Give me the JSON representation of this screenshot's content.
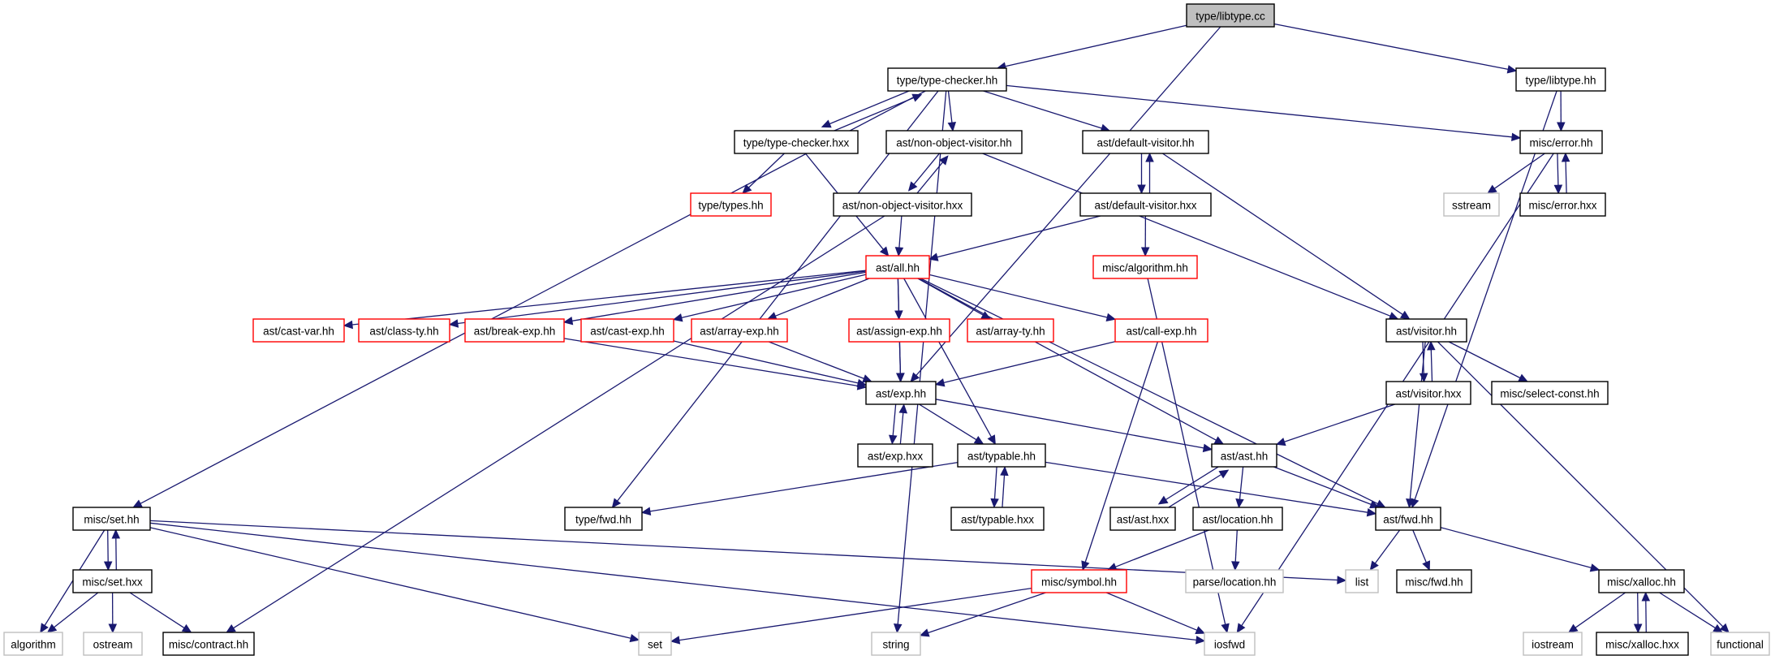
{
  "colors": {
    "edge": "#191970",
    "root_fill": "#bfbfbf",
    "documented_border": "#000000",
    "truncated_border": "#ff0000",
    "external_border": "#bfbfbf"
  },
  "nodes": [
    {
      "id": "libtype_cc",
      "label": "type/libtype.cc",
      "kind": "root"
    },
    {
      "id": "type_checker_hh",
      "label": "type/type-checker.hh",
      "kind": "doc"
    },
    {
      "id": "libtype_hh",
      "label": "type/libtype.hh",
      "kind": "doc"
    },
    {
      "id": "type_checker_hxx",
      "label": "type/type-checker.hxx",
      "kind": "doc"
    },
    {
      "id": "non_object_visitor_hh",
      "label": "ast/non-object-visitor.hh",
      "kind": "doc"
    },
    {
      "id": "default_visitor_hh",
      "label": "ast/default-visitor.hh",
      "kind": "doc"
    },
    {
      "id": "misc_error_hh",
      "label": "misc/error.hh",
      "kind": "doc"
    },
    {
      "id": "types_hh",
      "label": "type/types.hh",
      "kind": "trunc"
    },
    {
      "id": "non_object_visitor_hxx",
      "label": "ast/non-object-visitor.hxx",
      "kind": "doc"
    },
    {
      "id": "default_visitor_hxx",
      "label": "ast/default-visitor.hxx",
      "kind": "doc"
    },
    {
      "id": "sstream",
      "label": "sstream",
      "kind": "ext"
    },
    {
      "id": "misc_error_hxx",
      "label": "misc/error.hxx",
      "kind": "doc"
    },
    {
      "id": "all_hh",
      "label": "ast/all.hh",
      "kind": "trunc"
    },
    {
      "id": "algorithm_hh",
      "label": "misc/algorithm.hh",
      "kind": "trunc"
    },
    {
      "id": "cast_var_hh",
      "label": "ast/cast-var.hh",
      "kind": "trunc"
    },
    {
      "id": "class_ty_hh",
      "label": "ast/class-ty.hh",
      "kind": "trunc"
    },
    {
      "id": "break_exp_hh",
      "label": "ast/break-exp.hh",
      "kind": "trunc"
    },
    {
      "id": "cast_exp_hh",
      "label": "ast/cast-exp.hh",
      "kind": "trunc"
    },
    {
      "id": "array_exp_hh",
      "label": "ast/array-exp.hh",
      "kind": "trunc"
    },
    {
      "id": "assign_exp_hh",
      "label": "ast/assign-exp.hh",
      "kind": "trunc"
    },
    {
      "id": "array_ty_hh",
      "label": "ast/array-ty.hh",
      "kind": "trunc"
    },
    {
      "id": "call_exp_hh",
      "label": "ast/call-exp.hh",
      "kind": "trunc"
    },
    {
      "id": "visitor_hh",
      "label": "ast/visitor.hh",
      "kind": "doc"
    },
    {
      "id": "exp_hh",
      "label": "ast/exp.hh",
      "kind": "doc"
    },
    {
      "id": "visitor_hxx",
      "label": "ast/visitor.hxx",
      "kind": "doc"
    },
    {
      "id": "select_const_hh",
      "label": "misc/select-const.hh",
      "kind": "doc"
    },
    {
      "id": "exp_hxx",
      "label": "ast/exp.hxx",
      "kind": "doc"
    },
    {
      "id": "typable_hh",
      "label": "ast/typable.hh",
      "kind": "doc"
    },
    {
      "id": "ast_hh",
      "label": "ast/ast.hh",
      "kind": "doc"
    },
    {
      "id": "misc_set_hh",
      "label": "misc/set.hh",
      "kind": "doc"
    },
    {
      "id": "type_fwd_hh",
      "label": "type/fwd.hh",
      "kind": "doc"
    },
    {
      "id": "typable_hxx",
      "label": "ast/typable.hxx",
      "kind": "doc"
    },
    {
      "id": "ast_hxx",
      "label": "ast/ast.hxx",
      "kind": "doc"
    },
    {
      "id": "location_hh",
      "label": "ast/location.hh",
      "kind": "doc"
    },
    {
      "id": "ast_fwd_hh",
      "label": "ast/fwd.hh",
      "kind": "doc"
    },
    {
      "id": "misc_set_hxx",
      "label": "misc/set.hxx",
      "kind": "doc"
    },
    {
      "id": "symbol_hh",
      "label": "misc/symbol.hh",
      "kind": "trunc"
    },
    {
      "id": "parse_location_hh",
      "label": "parse/location.hh",
      "kind": "ext"
    },
    {
      "id": "list",
      "label": "list",
      "kind": "ext"
    },
    {
      "id": "misc_fwd_hh",
      "label": "misc/fwd.hh",
      "kind": "doc"
    },
    {
      "id": "xalloc_hh",
      "label": "misc/xalloc.hh",
      "kind": "doc"
    },
    {
      "id": "algorithm",
      "label": "algorithm",
      "kind": "ext"
    },
    {
      "id": "ostream",
      "label": "ostream",
      "kind": "ext"
    },
    {
      "id": "contract_hh",
      "label": "misc/contract.hh",
      "kind": "doc"
    },
    {
      "id": "set",
      "label": "set",
      "kind": "ext"
    },
    {
      "id": "string",
      "label": "string",
      "kind": "ext"
    },
    {
      "id": "iosfwd",
      "label": "iosfwd",
      "kind": "ext"
    },
    {
      "id": "iostream",
      "label": "iostream",
      "kind": "ext"
    },
    {
      "id": "xalloc_hxx",
      "label": "misc/xalloc.hxx",
      "kind": "doc"
    },
    {
      "id": "functional",
      "label": "functional",
      "kind": "ext"
    }
  ],
  "edges": [
    [
      "libtype_cc",
      "type_checker_hh"
    ],
    [
      "libtype_cc",
      "libtype_hh"
    ],
    [
      "libtype_cc",
      "exp_hh"
    ],
    [
      "type_checker_hh",
      "type_checker_hxx"
    ],
    [
      "type_checker_hh",
      "non_object_visitor_hh"
    ],
    [
      "type_checker_hh",
      "default_visitor_hh"
    ],
    [
      "type_checker_hh",
      "misc_error_hh"
    ],
    [
      "type_checker_hh",
      "misc_set_hh"
    ],
    [
      "type_checker_hh",
      "string"
    ],
    [
      "type_checker_hh",
      "type_fwd_hh"
    ],
    [
      "type_checker_hxx",
      "type_checker_hh"
    ],
    [
      "type_checker_hxx",
      "types_hh"
    ],
    [
      "type_checker_hxx",
      "all_hh"
    ],
    [
      "libtype_hh",
      "misc_error_hh"
    ],
    [
      "libtype_hh",
      "ast_fwd_hh"
    ],
    [
      "non_object_visitor_hh",
      "non_object_visitor_hxx"
    ],
    [
      "non_object_visitor_hh",
      "visitor_hh"
    ],
    [
      "non_object_visitor_hxx",
      "non_object_visitor_hh"
    ],
    [
      "non_object_visitor_hxx",
      "all_hh"
    ],
    [
      "non_object_visitor_hxx",
      "contract_hh"
    ],
    [
      "default_visitor_hh",
      "default_visitor_hxx"
    ],
    [
      "default_visitor_hh",
      "visitor_hh"
    ],
    [
      "default_visitor_hxx",
      "default_visitor_hh"
    ],
    [
      "default_visitor_hxx",
      "all_hh"
    ],
    [
      "default_visitor_hxx",
      "algorithm_hh"
    ],
    [
      "misc_error_hh",
      "sstream"
    ],
    [
      "misc_error_hh",
      "misc_error_hxx"
    ],
    [
      "misc_error_hh",
      "iosfwd"
    ],
    [
      "misc_error_hxx",
      "misc_error_hh"
    ],
    [
      "algorithm_hh",
      "iosfwd"
    ],
    [
      "all_hh",
      "cast_var_hh"
    ],
    [
      "all_hh",
      "class_ty_hh"
    ],
    [
      "all_hh",
      "break_exp_hh"
    ],
    [
      "all_hh",
      "cast_exp_hh"
    ],
    [
      "all_hh",
      "array_exp_hh"
    ],
    [
      "all_hh",
      "assign_exp_hh"
    ],
    [
      "all_hh",
      "array_ty_hh"
    ],
    [
      "all_hh",
      "call_exp_hh"
    ],
    [
      "all_hh",
      "exp_hh"
    ],
    [
      "all_hh",
      "typable_hh"
    ],
    [
      "all_hh",
      "ast_hh"
    ],
    [
      "all_hh",
      "ast_fwd_hh"
    ],
    [
      "break_exp_hh",
      "exp_hh"
    ],
    [
      "cast_exp_hh",
      "exp_hh"
    ],
    [
      "array_exp_hh",
      "exp_hh"
    ],
    [
      "assign_exp_hh",
      "exp_hh"
    ],
    [
      "call_exp_hh",
      "exp_hh"
    ],
    [
      "call_exp_hh",
      "symbol_hh"
    ],
    [
      "visitor_hh",
      "visitor_hxx"
    ],
    [
      "visitor_hh",
      "select_const_hh"
    ],
    [
      "visitor_hh",
      "ast_fwd_hh"
    ],
    [
      "visitor_hh",
      "functional"
    ],
    [
      "visitor_hxx",
      "visitor_hh"
    ],
    [
      "visitor_hxx",
      "ast_hh"
    ],
    [
      "exp_hh",
      "exp_hxx"
    ],
    [
      "exp_hh",
      "typable_hh"
    ],
    [
      "exp_hh",
      "ast_hh"
    ],
    [
      "exp_hxx",
      "exp_hh"
    ],
    [
      "typable_hh",
      "type_fwd_hh"
    ],
    [
      "typable_hh",
      "typable_hxx"
    ],
    [
      "typable_hh",
      "ast_fwd_hh"
    ],
    [
      "typable_hxx",
      "typable_hh"
    ],
    [
      "ast_hh",
      "ast_hxx"
    ],
    [
      "ast_hh",
      "location_hh"
    ],
    [
      "ast_hh",
      "ast_fwd_hh"
    ],
    [
      "ast_hxx",
      "ast_hh"
    ],
    [
      "location_hh",
      "symbol_hh"
    ],
    [
      "location_hh",
      "parse_location_hh"
    ],
    [
      "ast_fwd_hh",
      "list"
    ],
    [
      "ast_fwd_hh",
      "misc_fwd_hh"
    ],
    [
      "ast_fwd_hh",
      "xalloc_hh"
    ],
    [
      "misc_set_hh",
      "misc_set_hxx"
    ],
    [
      "misc_set_hh",
      "algorithm"
    ],
    [
      "misc_set_hh",
      "set"
    ],
    [
      "misc_set_hh",
      "list"
    ],
    [
      "misc_set_hh",
      "iosfwd"
    ],
    [
      "misc_set_hxx",
      "misc_set_hh"
    ],
    [
      "misc_set_hxx",
      "algorithm"
    ],
    [
      "misc_set_hxx",
      "ostream"
    ],
    [
      "misc_set_hxx",
      "contract_hh"
    ],
    [
      "symbol_hh",
      "set"
    ],
    [
      "symbol_hh",
      "string"
    ],
    [
      "symbol_hh",
      "iosfwd"
    ],
    [
      "xalloc_hh",
      "iostream"
    ],
    [
      "xalloc_hh",
      "xalloc_hxx"
    ],
    [
      "xalloc_hh",
      "functional"
    ],
    [
      "xalloc_hxx",
      "xalloc_hh"
    ]
  ]
}
